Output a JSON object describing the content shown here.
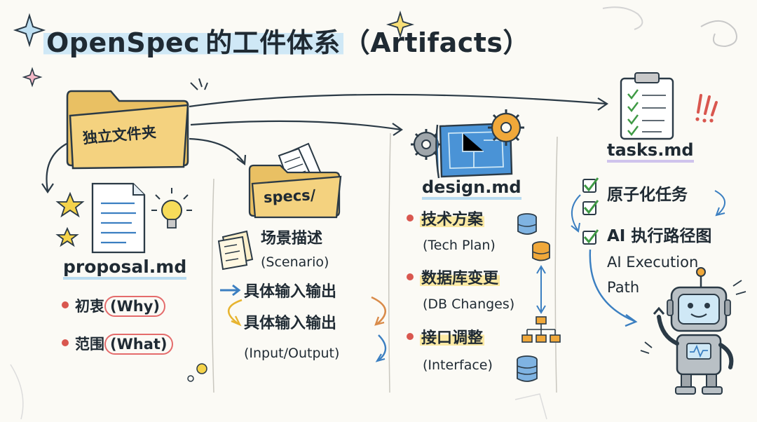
{
  "title": {
    "main": "OpenSpec",
    "cn": "的工件体系",
    "paren": "（Artifacts）"
  },
  "root": {
    "label": "独立文件夹"
  },
  "proposal": {
    "file": "proposal.md",
    "items": [
      {
        "bullet": "•",
        "cn": "初衷",
        "en": "(Why)"
      },
      {
        "bullet": "•",
        "cn": "范围",
        "en": "(What)"
      }
    ]
  },
  "specs": {
    "folder": "specs/",
    "scenario_cn": "场景描述",
    "scenario_en": "(Scenario)",
    "io_1": "具体输入输出",
    "io_2": "具体输入输出",
    "io_en": "(Input/Output)"
  },
  "design": {
    "file": "design.md",
    "items": [
      {
        "cn": "技术方案",
        "en": "(Tech Plan)"
      },
      {
        "cn": "数据库变更",
        "en": "(DB Changes)"
      },
      {
        "cn": "接口调整",
        "en": "(Interface)"
      }
    ]
  },
  "tasks": {
    "file": "tasks.md",
    "item_1": "原子化任务",
    "item_2": "AI 执行路径图",
    "item_2_en_1": "AI Execution",
    "item_2_en_2": "Path"
  },
  "colors": {
    "bullet": "#d9574f",
    "highlight_yellow": "#fbe9a3",
    "highlight_blue": "#cfe8f6",
    "circle": "#e46b6b",
    "check": "#3f9a45"
  }
}
